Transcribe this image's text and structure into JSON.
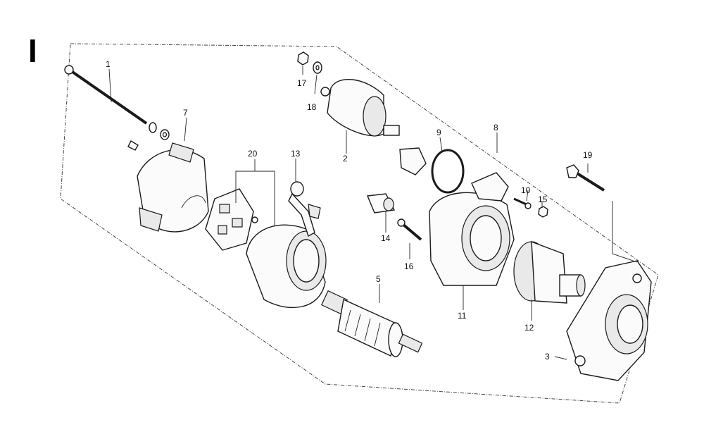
{
  "section_letter": "I",
  "callouts": {
    "c1": "1",
    "c2": "2",
    "c3": "3",
    "c5": "5",
    "c7": "7",
    "c8": "8",
    "c9": "9",
    "c10": "10",
    "c11": "11",
    "c12": "12",
    "c13": "13",
    "c14": "14",
    "c15": "15",
    "c16": "16",
    "c17": "17",
    "c18": "18",
    "c19": "19",
    "c20": "20"
  }
}
